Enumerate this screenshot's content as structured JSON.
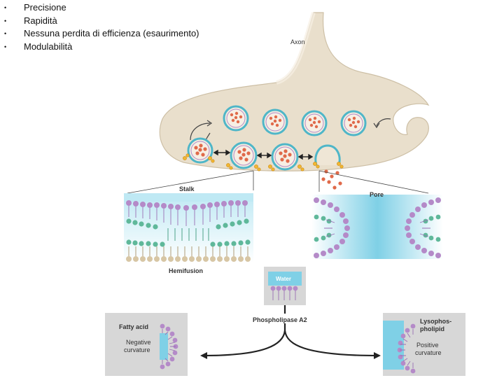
{
  "bullets": [
    "Precisione",
    "Rapidità",
    "Nessuna perdita di efficienza (esaurimento)",
    "Modulabilità"
  ],
  "diagram": {
    "axon": "Axon",
    "stalk": "Stalk",
    "pore": "Pore",
    "hemifusion": "Hemifusion",
    "water": "Water",
    "phospholipase": "Phospholipase A2",
    "fatty_acid": "Fatty acid",
    "negative_curvature_1": "Negative",
    "negative_curvature_2": "curvature",
    "lyso_1": "Lysophos-",
    "lyso_2": "pholipid",
    "positive_curvature_1": "Positive",
    "positive_curvature_2": "curvature"
  },
  "colors": {
    "terminal": "#e9dfcc",
    "vesicle_ring": "#4fb6c8",
    "vesicle_dot": "#e06a4a",
    "lipid_head_purple": "#b48ac8",
    "lipid_head_teal": "#5fb89a",
    "water": "#7fd0e6",
    "panel": "#d7d7d7"
  }
}
